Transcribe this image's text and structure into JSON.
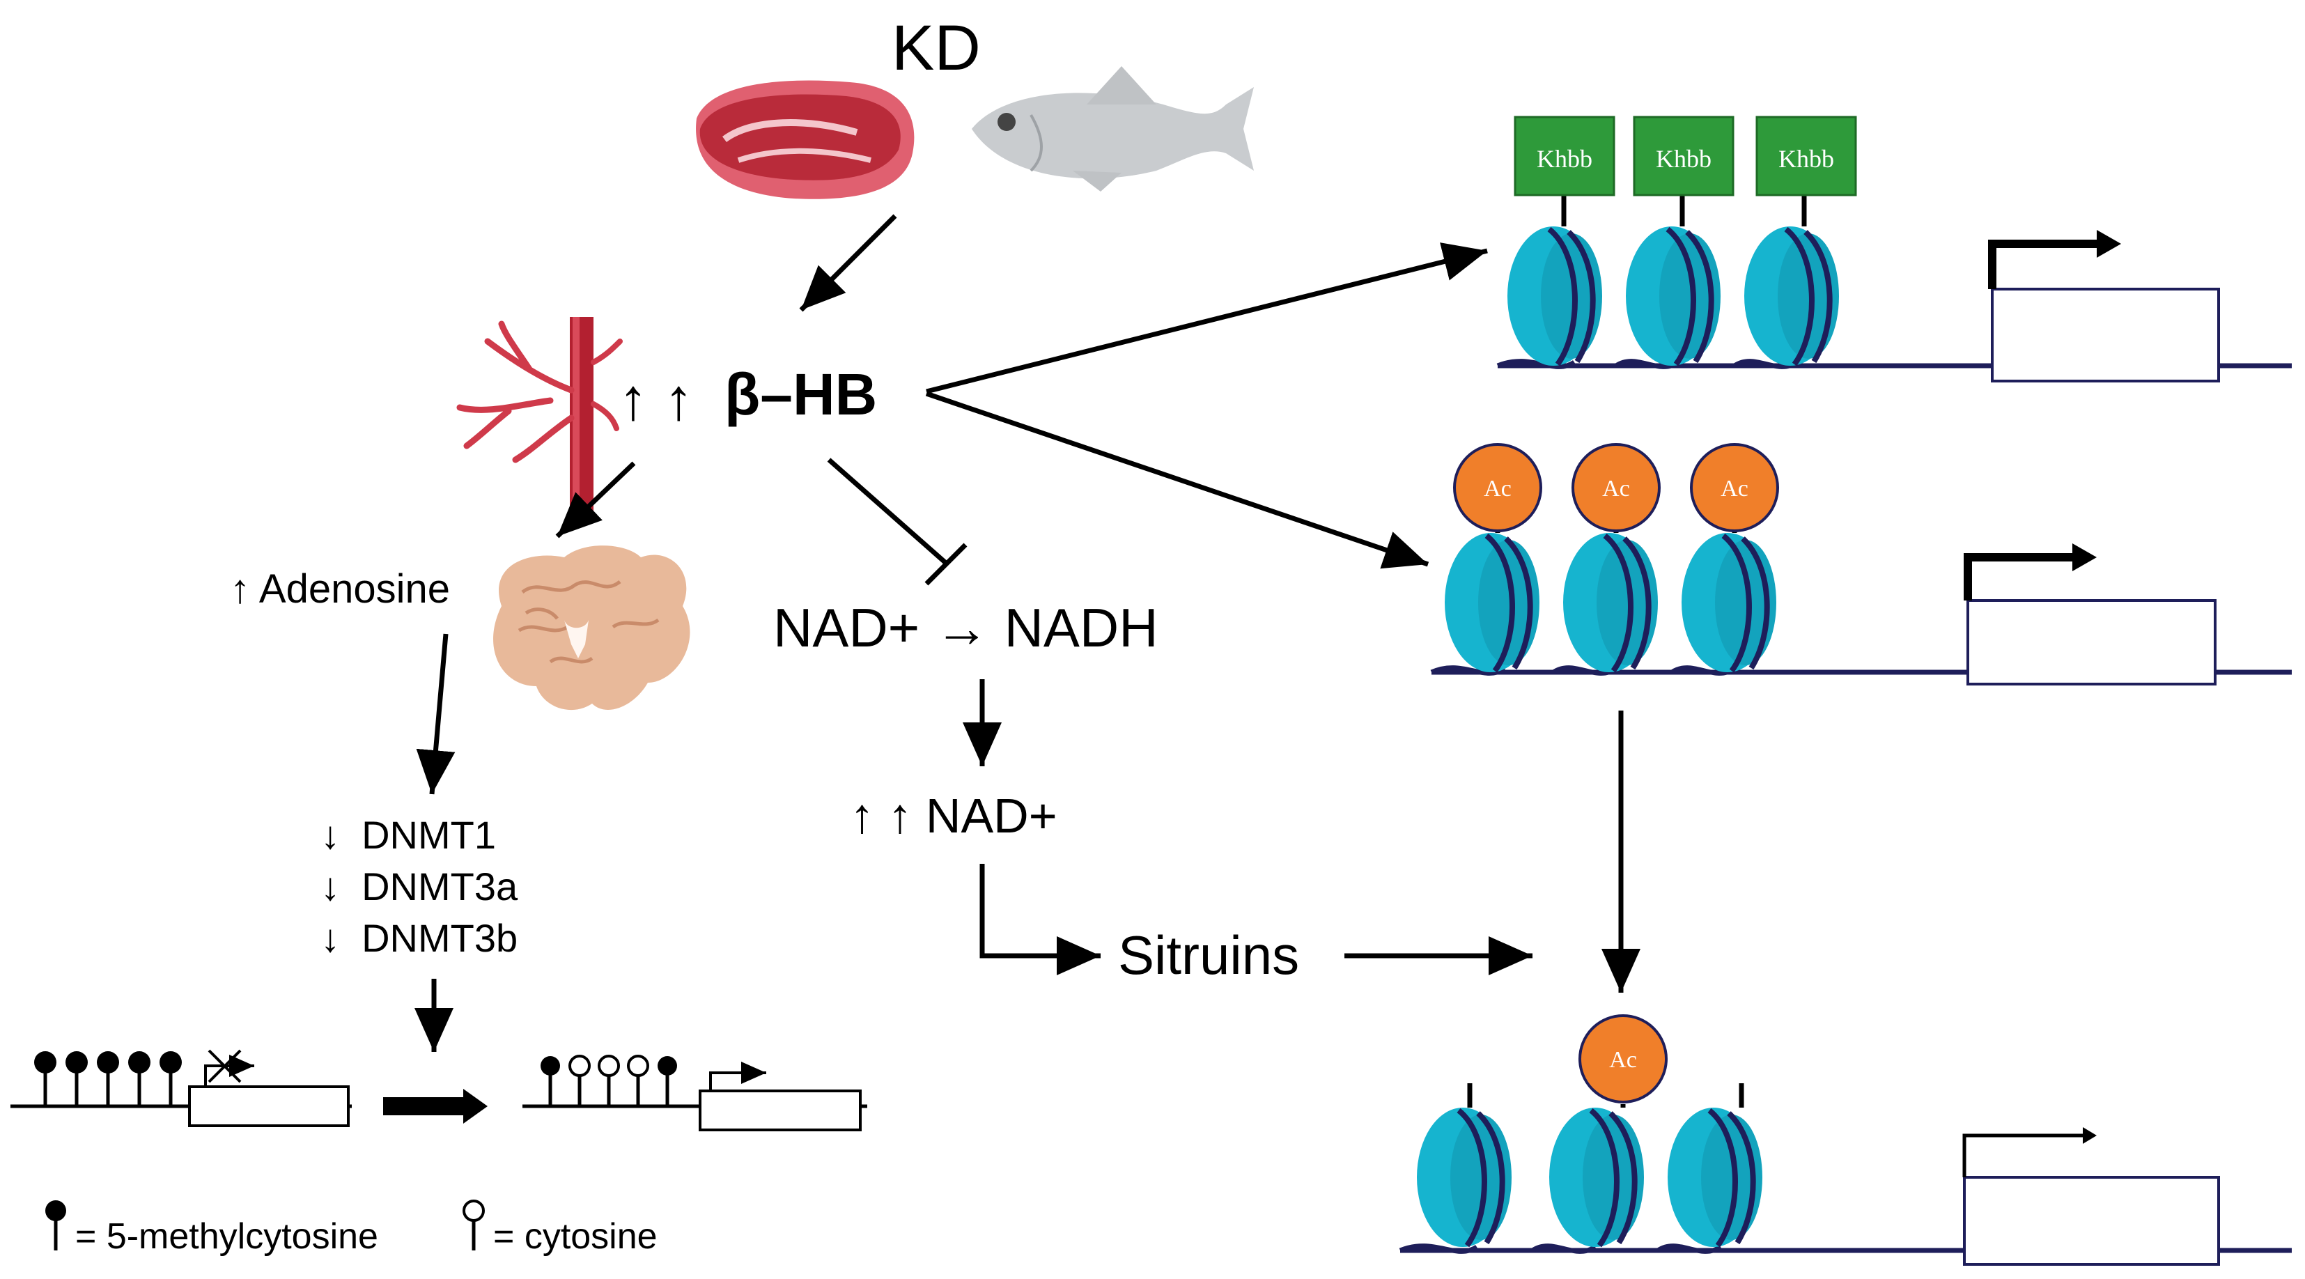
{
  "diet": {
    "title": "KD",
    "food_icons": [
      "meat-icon",
      "fish-icon"
    ]
  },
  "center": {
    "metabolite_label": "β–HB",
    "arrows_prefix": "↑ ↑",
    "icon": "blood-vessel-icon"
  },
  "left_branch": {
    "adenosine_label": "↑ Adenosine",
    "brain_icon": "brain-icon",
    "dnmt": [
      "↓  DNMT1",
      "↓  DNMT3a",
      "↓  DNMT3b"
    ],
    "legend": {
      "methyl": "= 5-methylcytosine",
      "cytosine": "= cytosine"
    }
  },
  "middle_branch": {
    "reaction": "NAD+ → NADH",
    "nad_increase": "↑ ↑ NAD+",
    "sirtuins": "Sitruins"
  },
  "right_panels": {
    "khbb_tag": "Khbb",
    "ac_tag": "Ac",
    "colors": {
      "nucleosome": "#16b4cf",
      "nucleosome_dark": "#0f8ba3",
      "dna": "#1e1e5a",
      "khbb": "#2e9a3a",
      "ac": "#f07f2a"
    }
  }
}
